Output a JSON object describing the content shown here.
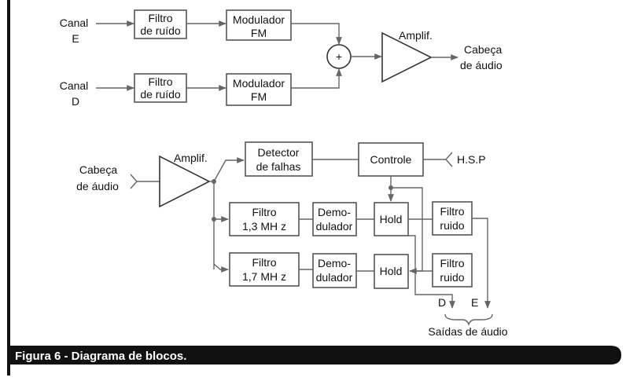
{
  "top": {
    "canal_e": [
      "Canal",
      "E"
    ],
    "canal_d": [
      "Canal",
      "D"
    ],
    "filtro_ruido": [
      "Filtro",
      "de ruído"
    ],
    "modulador_fm": [
      "Modulador",
      "FM"
    ],
    "adder_symbol": "+",
    "amp_label": "Amplif.",
    "output": [
      "Cabeça",
      "de áudio"
    ]
  },
  "bottom": {
    "input": [
      "Cabeça",
      "de áudio"
    ],
    "amp_label": "Amplif.",
    "detector": [
      "Detector",
      "de falhas"
    ],
    "controle": "Controle",
    "hsp": "H.S.P",
    "filtro_13": [
      "Filtro",
      "1,3 MH z"
    ],
    "filtro_17": [
      "Filtro",
      "1,7 MH z"
    ],
    "demodulador": [
      "Demo-",
      "dulador"
    ],
    "hold": "Hold",
    "filtro_ruido": [
      "Filtro",
      "ruido"
    ],
    "out_d": "D",
    "out_e": "E",
    "saidas": "Saídas de áudio"
  },
  "caption": "Figura 6 - Diagrama de blocos."
}
